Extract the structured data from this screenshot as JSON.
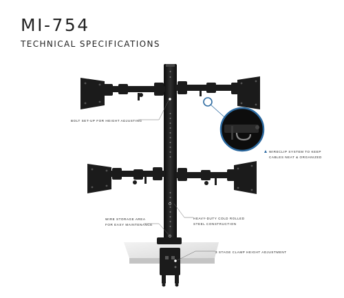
{
  "header": {
    "title": "MI-754",
    "subtitle": "TECHNICAL SPECIFICATIONS"
  },
  "callouts": {
    "bolt_setup": "BOLT SET-UP FOR HEIGHT ADJUSTING",
    "wire_storage": [
      "WIRE STORAGE AREA",
      "FOR EASY MAINTENANCE"
    ],
    "heavy_duty": [
      "HEAVY-DUTY COLD ROLLED",
      "STEEL CONSTRUCTION"
    ],
    "clamp": "3 STAGE CLAMP HEIGHT ADJUSTMENT",
    "wireclip": [
      "WIRECLIP SYSTEM TO KEEP",
      "CABLES NEAT & ORGANIZED"
    ]
  },
  "colors": {
    "accent": "#2c6aa0",
    "metal": "#1b1b1b"
  },
  "icons": [
    "monitor-mount-plate-icon",
    "callout-dot-icon",
    "triangle-bullet-icon"
  ]
}
